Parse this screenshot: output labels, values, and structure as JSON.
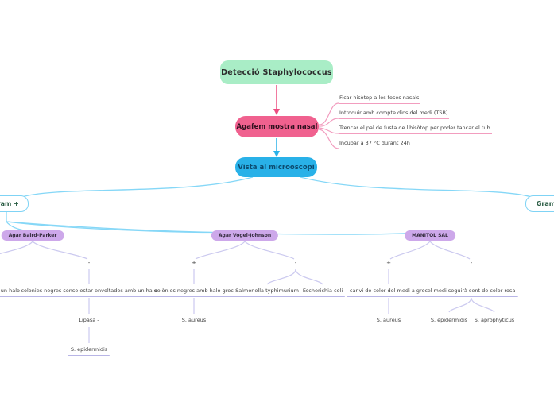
{
  "map": {
    "root": {
      "label": "Detecció Staphylococcus"
    },
    "sample": {
      "label": "Agafem mostra nasal",
      "steps": [
        "Ficar hisòtop a les foses nasals",
        "Introduir amb compte dins del medi (TSB)",
        "Trencar el pal de fusta de l'hisòtop per poder tancar el tub",
        "Incubar a 37 °C durant 24h"
      ]
    },
    "microscope": {
      "label": "Vista al microoscopi"
    },
    "gram_positive": {
      "label": "Gram +"
    },
    "gram_negative": {
      "label": "Gram -"
    },
    "media": [
      {
        "label": "Agar Baird-Parker",
        "positive": {
          "sign": "+",
          "result": "colònies negres amb un halo"
        },
        "negative": {
          "sign": "-",
          "result": "colonies negres sense estar envoltades amb un halo",
          "children": [
            "Lipasa -",
            "S. epidermidis"
          ]
        }
      },
      {
        "label": "Agar Vogel-Johnson",
        "positive": {
          "sign": "+",
          "result": "colònies negres amb halo groc",
          "children": [
            "S. aureus"
          ]
        },
        "negative": {
          "sign": "-",
          "results": [
            "Salmonella typhimurium",
            "Escherichia coli"
          ]
        }
      },
      {
        "label": "MANITOL SAL",
        "positive": {
          "sign": "+",
          "result": "canvi de color del medi a groc",
          "children": [
            "S. aureus"
          ]
        },
        "negative": {
          "sign": "-",
          "result": "el medi seguirà sent de color rosa",
          "children": [
            "S. epidermidis",
            "S. aprophyticus"
          ]
        }
      }
    ]
  },
  "colors": {
    "root_fill": "#a9edc6",
    "sample_fill": "#f0618f",
    "microscope_fill": "#29b1e8",
    "media_fill": "#cda8ea",
    "pink_wire": "#ec4d80",
    "pink_fan": "#f29dbf",
    "blue_wire": "#29b1e8",
    "light_blue_wire": "#85d7f7",
    "lavender_wire": "#cbc9ef"
  }
}
